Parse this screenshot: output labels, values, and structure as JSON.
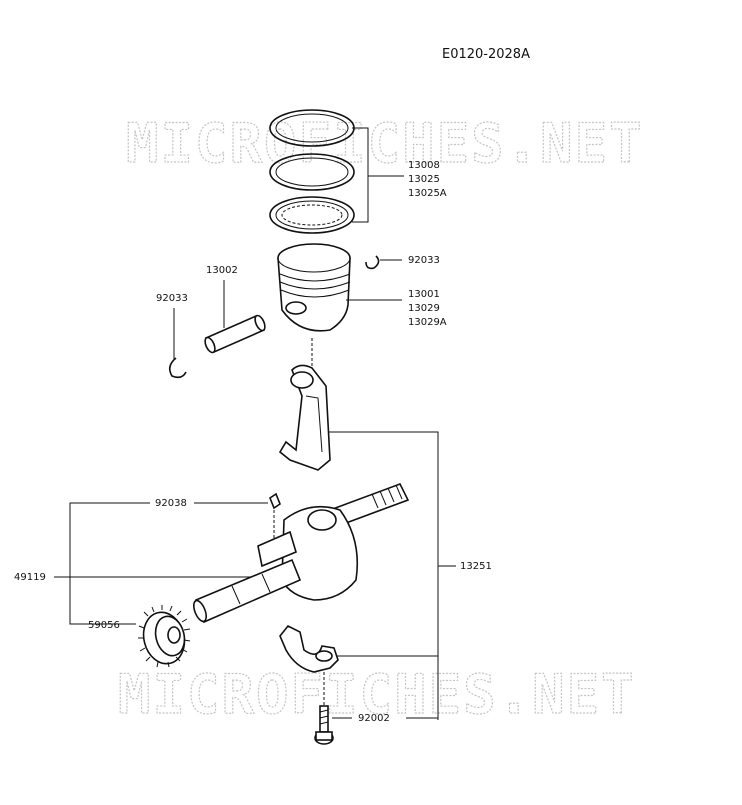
{
  "diagram_code": "E0120-2028A",
  "watermark": "MICROFICHES.NET",
  "callouts": {
    "rings": [
      "13008",
      "13025",
      "13025A"
    ],
    "clip_right": "92033",
    "pin": "13002",
    "clip_left": "92033",
    "piston": [
      "13001",
      "13029",
      "13029A"
    ],
    "key": "92038",
    "crankshaft": "49119",
    "gear": "59056",
    "conrod_assy": "13251",
    "bolt": "92002"
  }
}
